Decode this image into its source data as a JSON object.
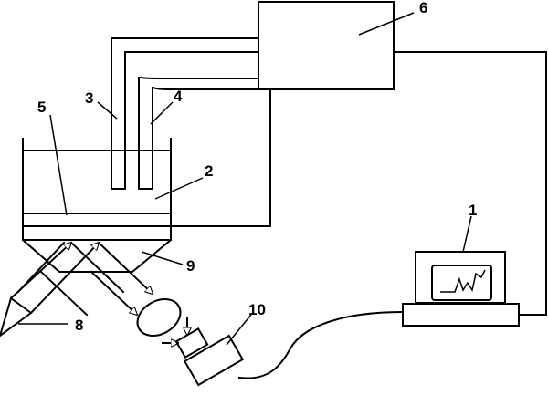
{
  "labels": {
    "l1": "1",
    "l2": "2",
    "l3": "3",
    "l4": "4",
    "l5": "5",
    "l6": "6",
    "l8": "8",
    "l9": "9",
    "l10": "10"
  }
}
